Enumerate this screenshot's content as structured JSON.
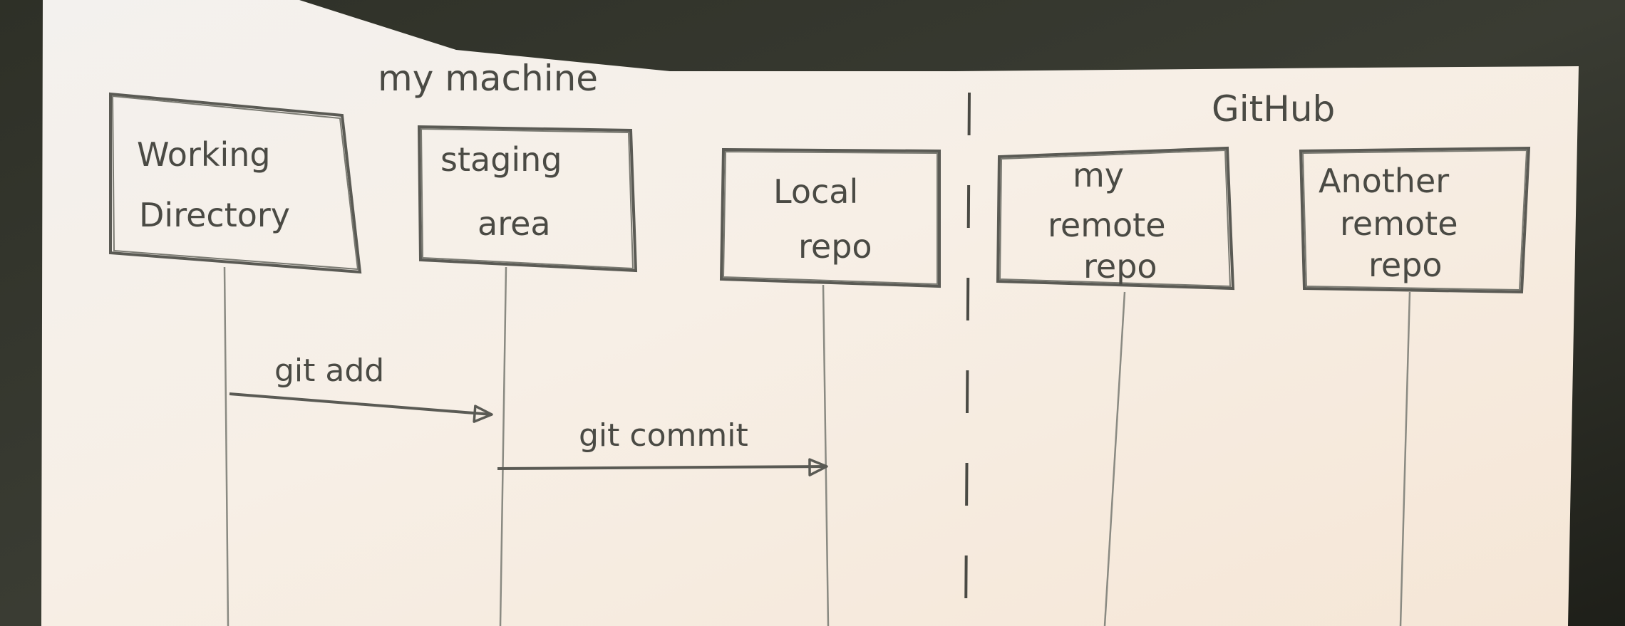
{
  "sections": {
    "left": "my machine",
    "right": "GitHub"
  },
  "participants": [
    {
      "id": "working",
      "lines": [
        "Working",
        "Directory"
      ]
    },
    {
      "id": "staging",
      "lines": [
        "staging",
        "area"
      ]
    },
    {
      "id": "local",
      "lines": [
        "Local",
        "repo"
      ]
    },
    {
      "id": "myremote",
      "lines": [
        "my",
        "remote",
        "repo"
      ]
    },
    {
      "id": "another",
      "lines": [
        "Another",
        "remote",
        "repo"
      ]
    }
  ],
  "messages": [
    {
      "from": "working",
      "to": "staging",
      "label": "git add"
    },
    {
      "from": "staging",
      "to": "local",
      "label": "git commit"
    }
  ]
}
